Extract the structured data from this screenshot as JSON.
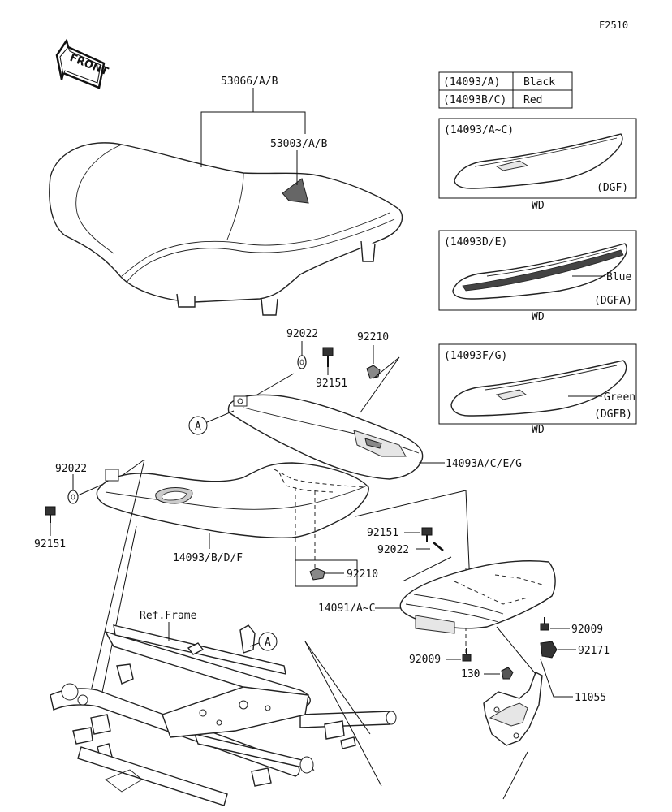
{
  "diagram": {
    "figure_code": "F2510",
    "front_label": "FRONT",
    "frame_label": "Ref.Frame",
    "circle_ref": "A",
    "color_table": [
      {
        "code": "(14093/A)",
        "color": "Black"
      },
      {
        "code": "(14093B/C)",
        "color": "Red"
      }
    ],
    "variants": [
      {
        "code": "(14093/A~C)",
        "model": "(DGF)",
        "region": "WD",
        "color_callout": ""
      },
      {
        "code": "(14093D/E)",
        "model": "(DGFA)",
        "region": "WD",
        "color_callout": "Blue"
      },
      {
        "code": "(14093F/G)",
        "model": "(DGFB)",
        "region": "WD",
        "color_callout": "Green"
      }
    ],
    "parts": {
      "seat_assy": "53066/A/B",
      "seat_cover": "53003/A/B",
      "washer_top": "92022",
      "bolt_top": "92151",
      "nut_top": "92210",
      "cover_right": "14093A/C/E/G",
      "washer_left": "92022",
      "bolt_left": "92151",
      "cover_left": "14093/B/D/F",
      "nut_bottom": "92210",
      "bolt_mid": "92151",
      "washer_mid": "92022",
      "cover_rear": "14091/A~C",
      "screw_right": "92009",
      "screw_bottom": "92009",
      "clip": "92171",
      "bolt_130": "130",
      "bracket": "11055"
    }
  }
}
